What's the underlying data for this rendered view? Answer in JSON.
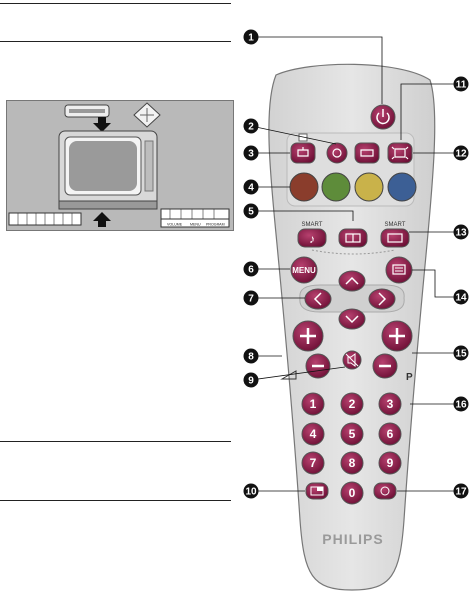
{
  "callouts": [
    "1",
    "2",
    "3",
    "4",
    "5",
    "6",
    "7",
    "8",
    "9",
    "10",
    "11",
    "12",
    "13",
    "14",
    "15",
    "16",
    "17"
  ],
  "remote": {
    "brand": "PHILIPS",
    "menu_label": "MENU",
    "smart_label_left": "SMART",
    "smart_label_right": "SMART",
    "program_label": "P",
    "digits": [
      "1",
      "2",
      "3",
      "4",
      "5",
      "6",
      "7",
      "8",
      "9",
      "0"
    ],
    "color_keys": [
      "#8a3d2c",
      "#5e8c3a",
      "#c9b24a",
      "#3c5f95"
    ],
    "accent": "#8c1c4a"
  },
  "panel": {
    "left_labels": [
      "VOLUME",
      "MENU",
      "PROGRAM"
    ]
  }
}
